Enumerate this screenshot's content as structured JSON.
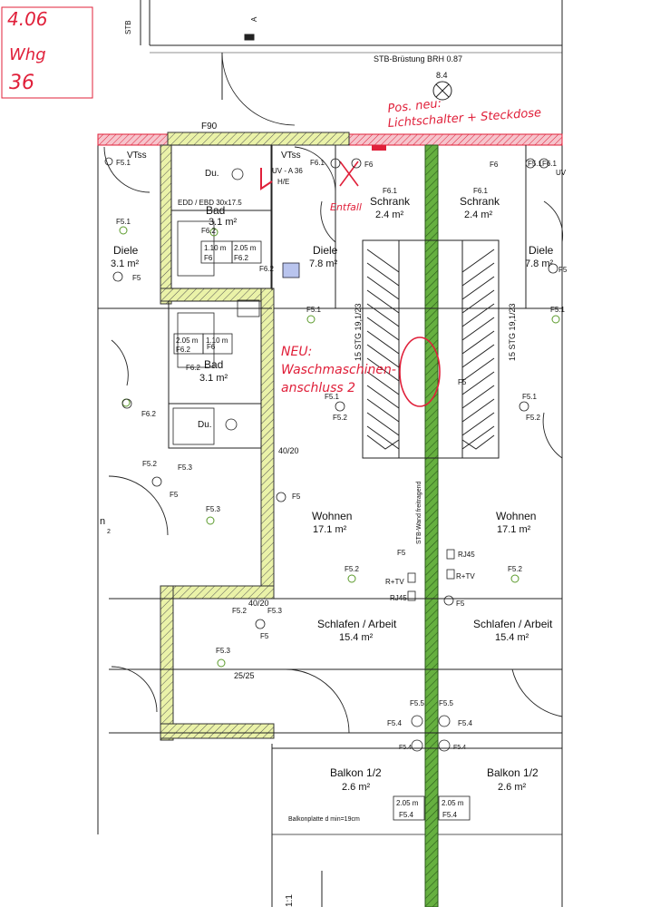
{
  "corner_note": {
    "line1": "4.06",
    "line2": "Whg",
    "line3": "36"
  },
  "header": {
    "stb": "STB",
    "axis": "A",
    "bruestung": "STB-Brüstung BRH 0.87",
    "lamp": "8.4",
    "f90": "F90"
  },
  "annotations": {
    "pos_new": "Pos. neu:",
    "switch_socket": "Lichtschalter + Steckdose",
    "entfall": "Entfall",
    "washer_1": "NEU:",
    "washer_2": "Waschmaschinen-",
    "washer_3": "anschluss 2"
  },
  "rooms": {
    "bad_upper": {
      "name": "Bad",
      "area": "3.1 m²"
    },
    "bad_lower": {
      "name": "Bad",
      "area": "3.1 m²"
    },
    "du_upper": "Du.",
    "du_lower": "Du.",
    "diele_left": {
      "name": "Diele",
      "area": "3.1 m²"
    },
    "diele_center": {
      "name": "Diele",
      "area": "7.8 m²"
    },
    "diele_right": {
      "name": "Diele",
      "area": "7.8 m²"
    },
    "schrank_left": {
      "name": "Schrank",
      "area": "2.4 m²"
    },
    "schrank_right": {
      "name": "Schrank",
      "area": "2.4 m²"
    },
    "wohnen_left": {
      "name": "Wohnen",
      "area": "17.1 m²"
    },
    "wohnen_right": {
      "name": "Wohnen",
      "area": "17.1 m²"
    },
    "schlafen_left": {
      "name": "Schlafen / Arbeit",
      "area": "15.4 m²"
    },
    "schlafen_right": {
      "name": "Schlafen / Arbeit",
      "area": "15.4 m²"
    },
    "balkon_left": {
      "name": "Balkon 1/2",
      "area": "2.6 m²"
    },
    "balkon_right": {
      "name": "Balkon 1/2",
      "area": "2.6 m²"
    }
  },
  "labels": {
    "vtss": "VTss",
    "uv_a36": "UV - A 36",
    "he": "H/E",
    "uv": "UV",
    "edd": "EDD / EBD  30x17.5",
    "stg": "15 STG 19,1/23",
    "wand": "STB-Wand freitragend",
    "door_4020": "40/20",
    "door_2525": "25/25",
    "balkonplatte": "Balkonplatte d min=19cm",
    "win_205": "2.05 m",
    "win_110": "1.10 m",
    "rj45": "RJ45",
    "rtv": "R+TV",
    "scale": "1:1",
    "n": "n",
    "two": "2",
    "f5": "F5",
    "f51": "F5.1",
    "f52": "F5.2",
    "f53": "F5.3",
    "f54": "F5.4",
    "f55": "F5.5",
    "f6": "F6",
    "f61": "F6.1",
    "f62": "F6.2"
  },
  "colors": {
    "wall_fill": "#eaf2a8",
    "stair_wall": "#66b040",
    "annotation": "#e0203a",
    "line": "#222222"
  }
}
